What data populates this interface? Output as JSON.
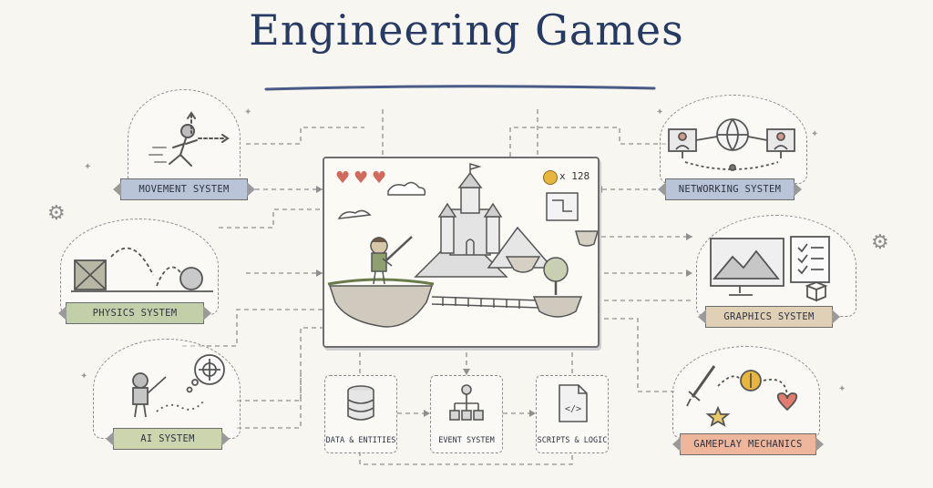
{
  "title": "Engineering Games",
  "center": {
    "hearts": [
      "♥",
      "♥",
      "♥"
    ],
    "coin_count": "x 128"
  },
  "systems": {
    "movement": "MOVEMENT SYSTEM",
    "physics": "PHYSICS SYSTEM",
    "ai": "AI SYSTEM",
    "networking": "NETWORKING SYSTEM",
    "graphics": "GRAPHICS SYSTEM",
    "gameplay": "GAMEPLAY MECHANICS"
  },
  "subsystems": {
    "data": "DATA & ENTITIES",
    "event": "EVENT SYSTEM",
    "scripts": "SCRIPTS & LOGIC"
  },
  "icons": {
    "gear": "⚙",
    "sparkle": "✦",
    "code": "</>"
  },
  "colors": {
    "title": "#263a63",
    "banner_blue": "#b9c4d9",
    "banner_green": "#c3cfa8",
    "banner_orange": "#efb69c",
    "heart": "#d06a5d",
    "coin": "#e8b63d"
  }
}
